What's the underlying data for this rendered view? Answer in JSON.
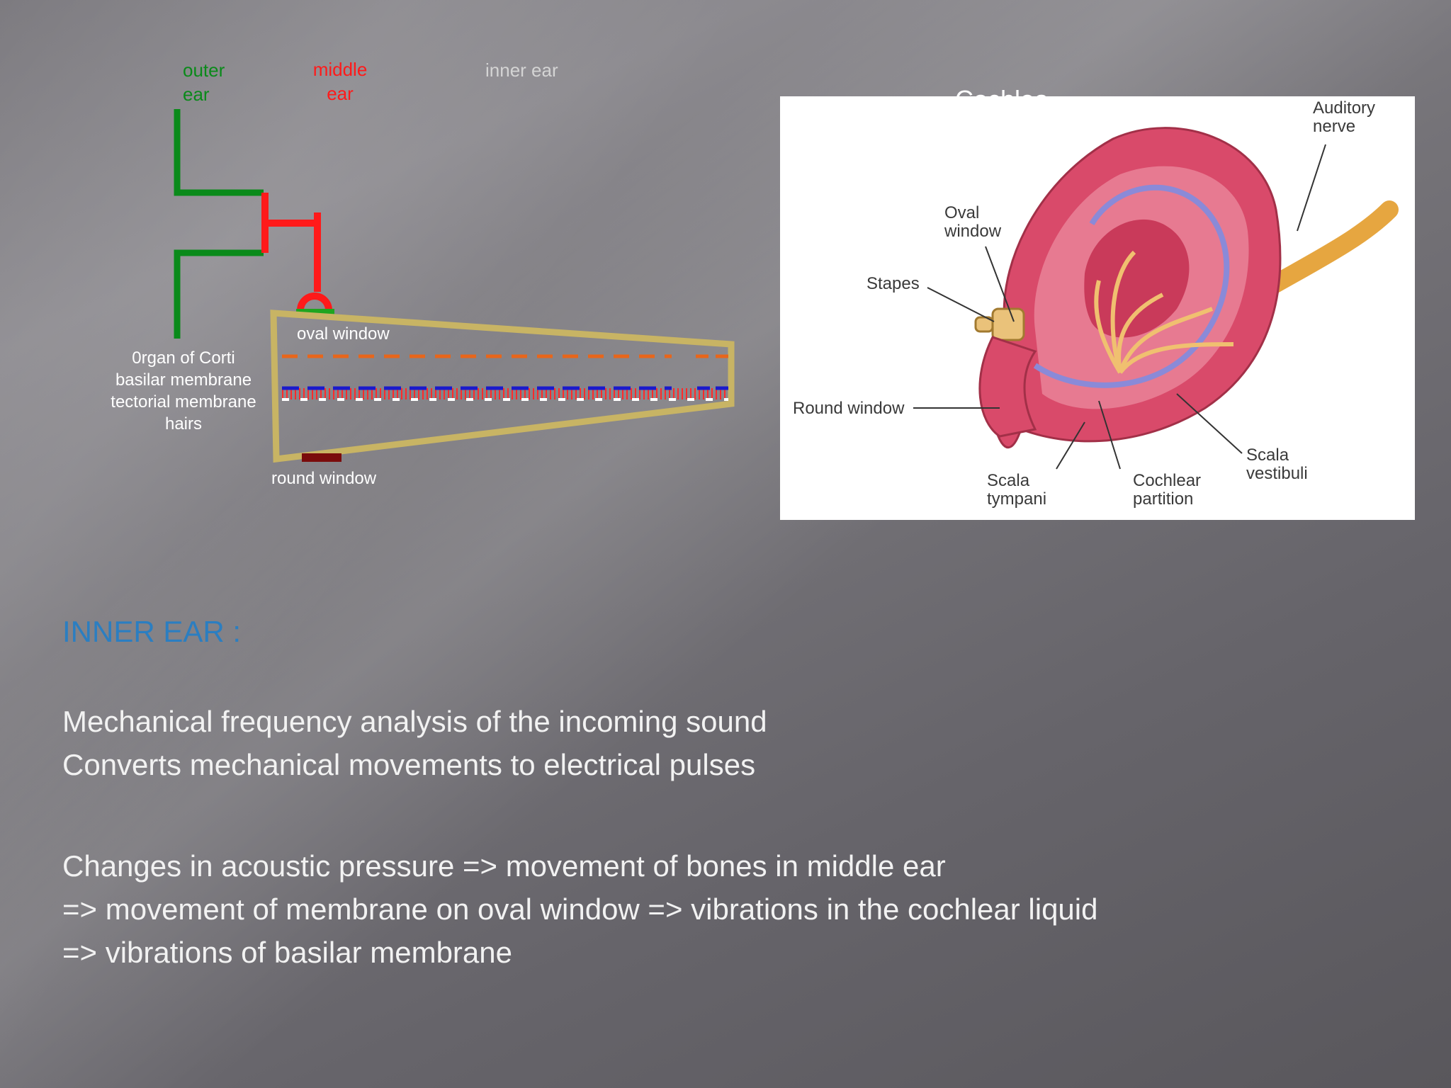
{
  "schematic": {
    "outer_ear_label": [
      "outer",
      "ear"
    ],
    "middle_ear_label": [
      "middle",
      "ear"
    ],
    "inner_ear_label": "inner ear",
    "oval_window_label": "oval window",
    "round_window_label": "round window",
    "corti_labels": [
      "0rgan of Corti",
      "basilar membrane",
      "tectorial membrane",
      "hairs"
    ],
    "colors": {
      "outer_ear": "#0a8a1a",
      "middle_ear": "#ff1a1a",
      "cochlea_outline": "#c8b464",
      "tectorial": "#e8661a",
      "basilar": "#1a1acc",
      "hairs": "#ff2a2a",
      "round_window": "#7a0c0c"
    }
  },
  "cochlea_figure": {
    "cut_title": "Cochlea",
    "labels": {
      "auditory_nerve": [
        "Auditory",
        "nerve"
      ],
      "oval_window": [
        "Oval",
        "window"
      ],
      "stapes": "Stapes",
      "round_window": "Round window",
      "scala_tympani": [
        "Scala",
        "tympani"
      ],
      "cochlear_partition": [
        "Cochlear",
        "partition"
      ],
      "scala_vestibuli": [
        "Scala",
        "vestibuli"
      ]
    }
  },
  "content": {
    "title": "INNER EAR :",
    "line1": "Mechanical frequency analysis of the incoming sound",
    "line2": "Converts mechanical movements to electrical pulses",
    "line3": "Changes in acoustic pressure => movement of bones in middle ear",
    "line4": "=> movement of membrane on oval window => vibrations in the cochlear liquid",
    "line5": "=> vibrations of basilar membrane"
  }
}
